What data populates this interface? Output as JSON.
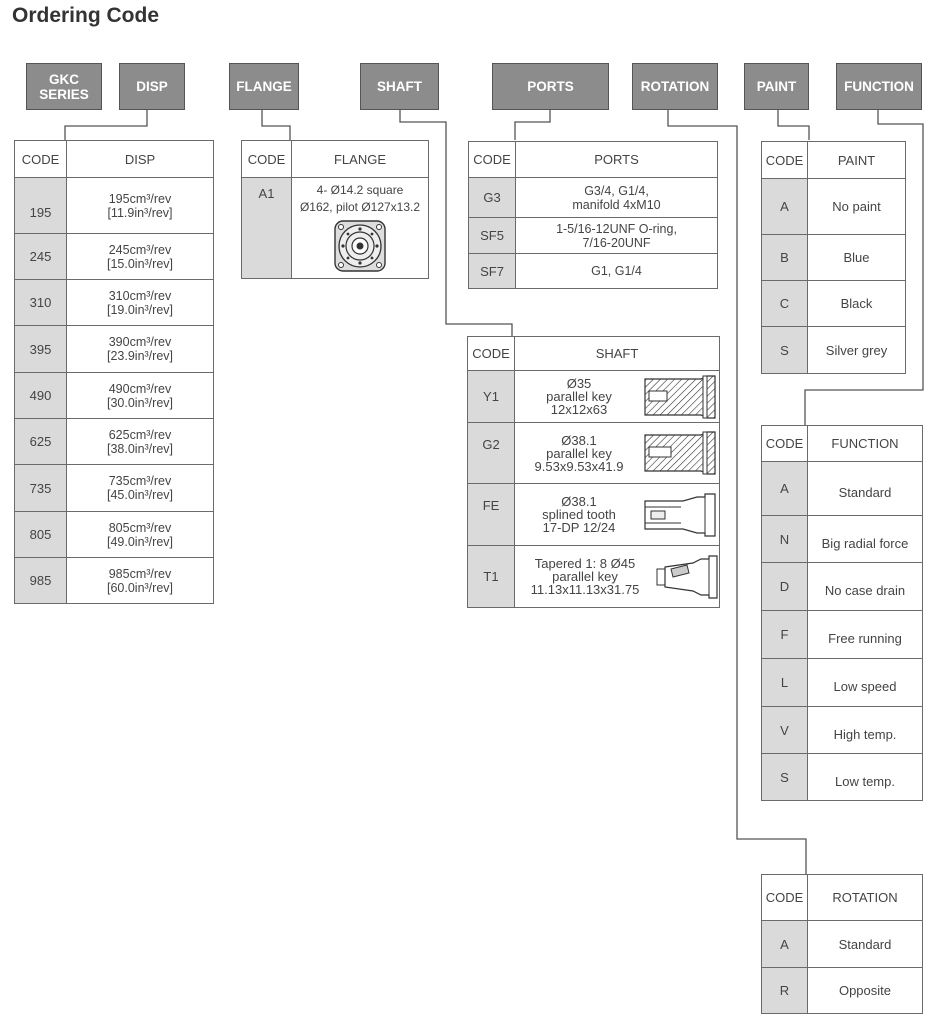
{
  "title": "Ordering Code",
  "headers": {
    "series": "GKC SERIES",
    "disp": "DISP",
    "flange": "FLANGE",
    "shaft": "SHAFT",
    "ports": "PORTS",
    "rotation": "ROTATION",
    "paint": "PAINT",
    "function": "FUNCTION"
  },
  "disp": {
    "col_code": "CODE",
    "col_desc": "DISP",
    "rows": [
      {
        "code": "195",
        "l1": "195cm³/rev",
        "l2": "[11.9in³/rev]"
      },
      {
        "code": "245",
        "l1": "245cm³/rev",
        "l2": "[15.0in³/rev]"
      },
      {
        "code": "310",
        "l1": "310cm³/rev",
        "l2": "[19.0in³/rev]"
      },
      {
        "code": "395",
        "l1": "390cm³/rev",
        "l2": "[23.9in³/rev]"
      },
      {
        "code": "490",
        "l1": "490cm³/rev",
        "l2": "[30.0in³/rev]"
      },
      {
        "code": "625",
        "l1": "625cm³/rev",
        "l2": "[38.0in³/rev]"
      },
      {
        "code": "735",
        "l1": "735cm³/rev",
        "l2": "[45.0in³/rev]"
      },
      {
        "code": "805",
        "l1": "805cm³/rev",
        "l2": "[49.0in³/rev]"
      },
      {
        "code": "985",
        "l1": "985cm³/rev",
        "l2": "[60.0in³/rev]"
      }
    ]
  },
  "flange": {
    "col_code": "CODE",
    "col_desc": "FLANGE",
    "rows": [
      {
        "code": "A1",
        "l1": "4- Ø14.2 square",
        "l2": "Ø162, pilot Ø127x13.2"
      }
    ]
  },
  "ports": {
    "col_code": "CODE",
    "col_desc": "PORTS",
    "rows": [
      {
        "code": "G3",
        "l1": "G3/4, G1/4,",
        "l2": "manifold 4xM10"
      },
      {
        "code": "SF5",
        "l1": "1-5/16-12UNF O-ring,",
        "l2": "7/16-20UNF"
      },
      {
        "code": "SF7",
        "l1": "G1, G1/4",
        "l2": ""
      }
    ]
  },
  "shaft": {
    "col_code": "CODE",
    "col_desc": "SHAFT",
    "rows": [
      {
        "code": "Y1",
        "l1": "Ø35",
        "l2": "parallel key",
        "l3": "12x12x63"
      },
      {
        "code": "G2",
        "l1": "Ø38.1",
        "l2": "parallel key",
        "l3": "9.53x9.53x41.9"
      },
      {
        "code": "FE",
        "l1": "Ø38.1",
        "l2": "splined tooth",
        "l3": "17-DP 12/24"
      },
      {
        "code": "T1",
        "l1": "Tapered 1: 8 Ø45",
        "l2": "parallel key",
        "l3": "11.13x11.13x31.75"
      }
    ]
  },
  "paint": {
    "col_code": "CODE",
    "col_desc": "PAINT",
    "rows": [
      {
        "code": "A",
        "desc": "No paint"
      },
      {
        "code": "B",
        "desc": "Blue"
      },
      {
        "code": "C",
        "desc": "Black"
      },
      {
        "code": "S",
        "desc": "Silver grey"
      }
    ]
  },
  "function": {
    "col_code": "CODE",
    "col_desc": "FUNCTION",
    "rows": [
      {
        "code": "A",
        "desc": "Standard"
      },
      {
        "code": "N",
        "desc": "Big radial force"
      },
      {
        "code": "D",
        "desc": "No case drain"
      },
      {
        "code": "F",
        "desc": "Free running"
      },
      {
        "code": "L",
        "desc": "Low speed"
      },
      {
        "code": "V",
        "desc": "High temp."
      },
      {
        "code": "S",
        "desc": "Low temp."
      }
    ]
  },
  "rotation": {
    "col_code": "CODE",
    "col_desc": "ROTATION",
    "rows": [
      {
        "code": "A",
        "desc": "Standard"
      },
      {
        "code": "R",
        "desc": "Opposite"
      }
    ]
  }
}
